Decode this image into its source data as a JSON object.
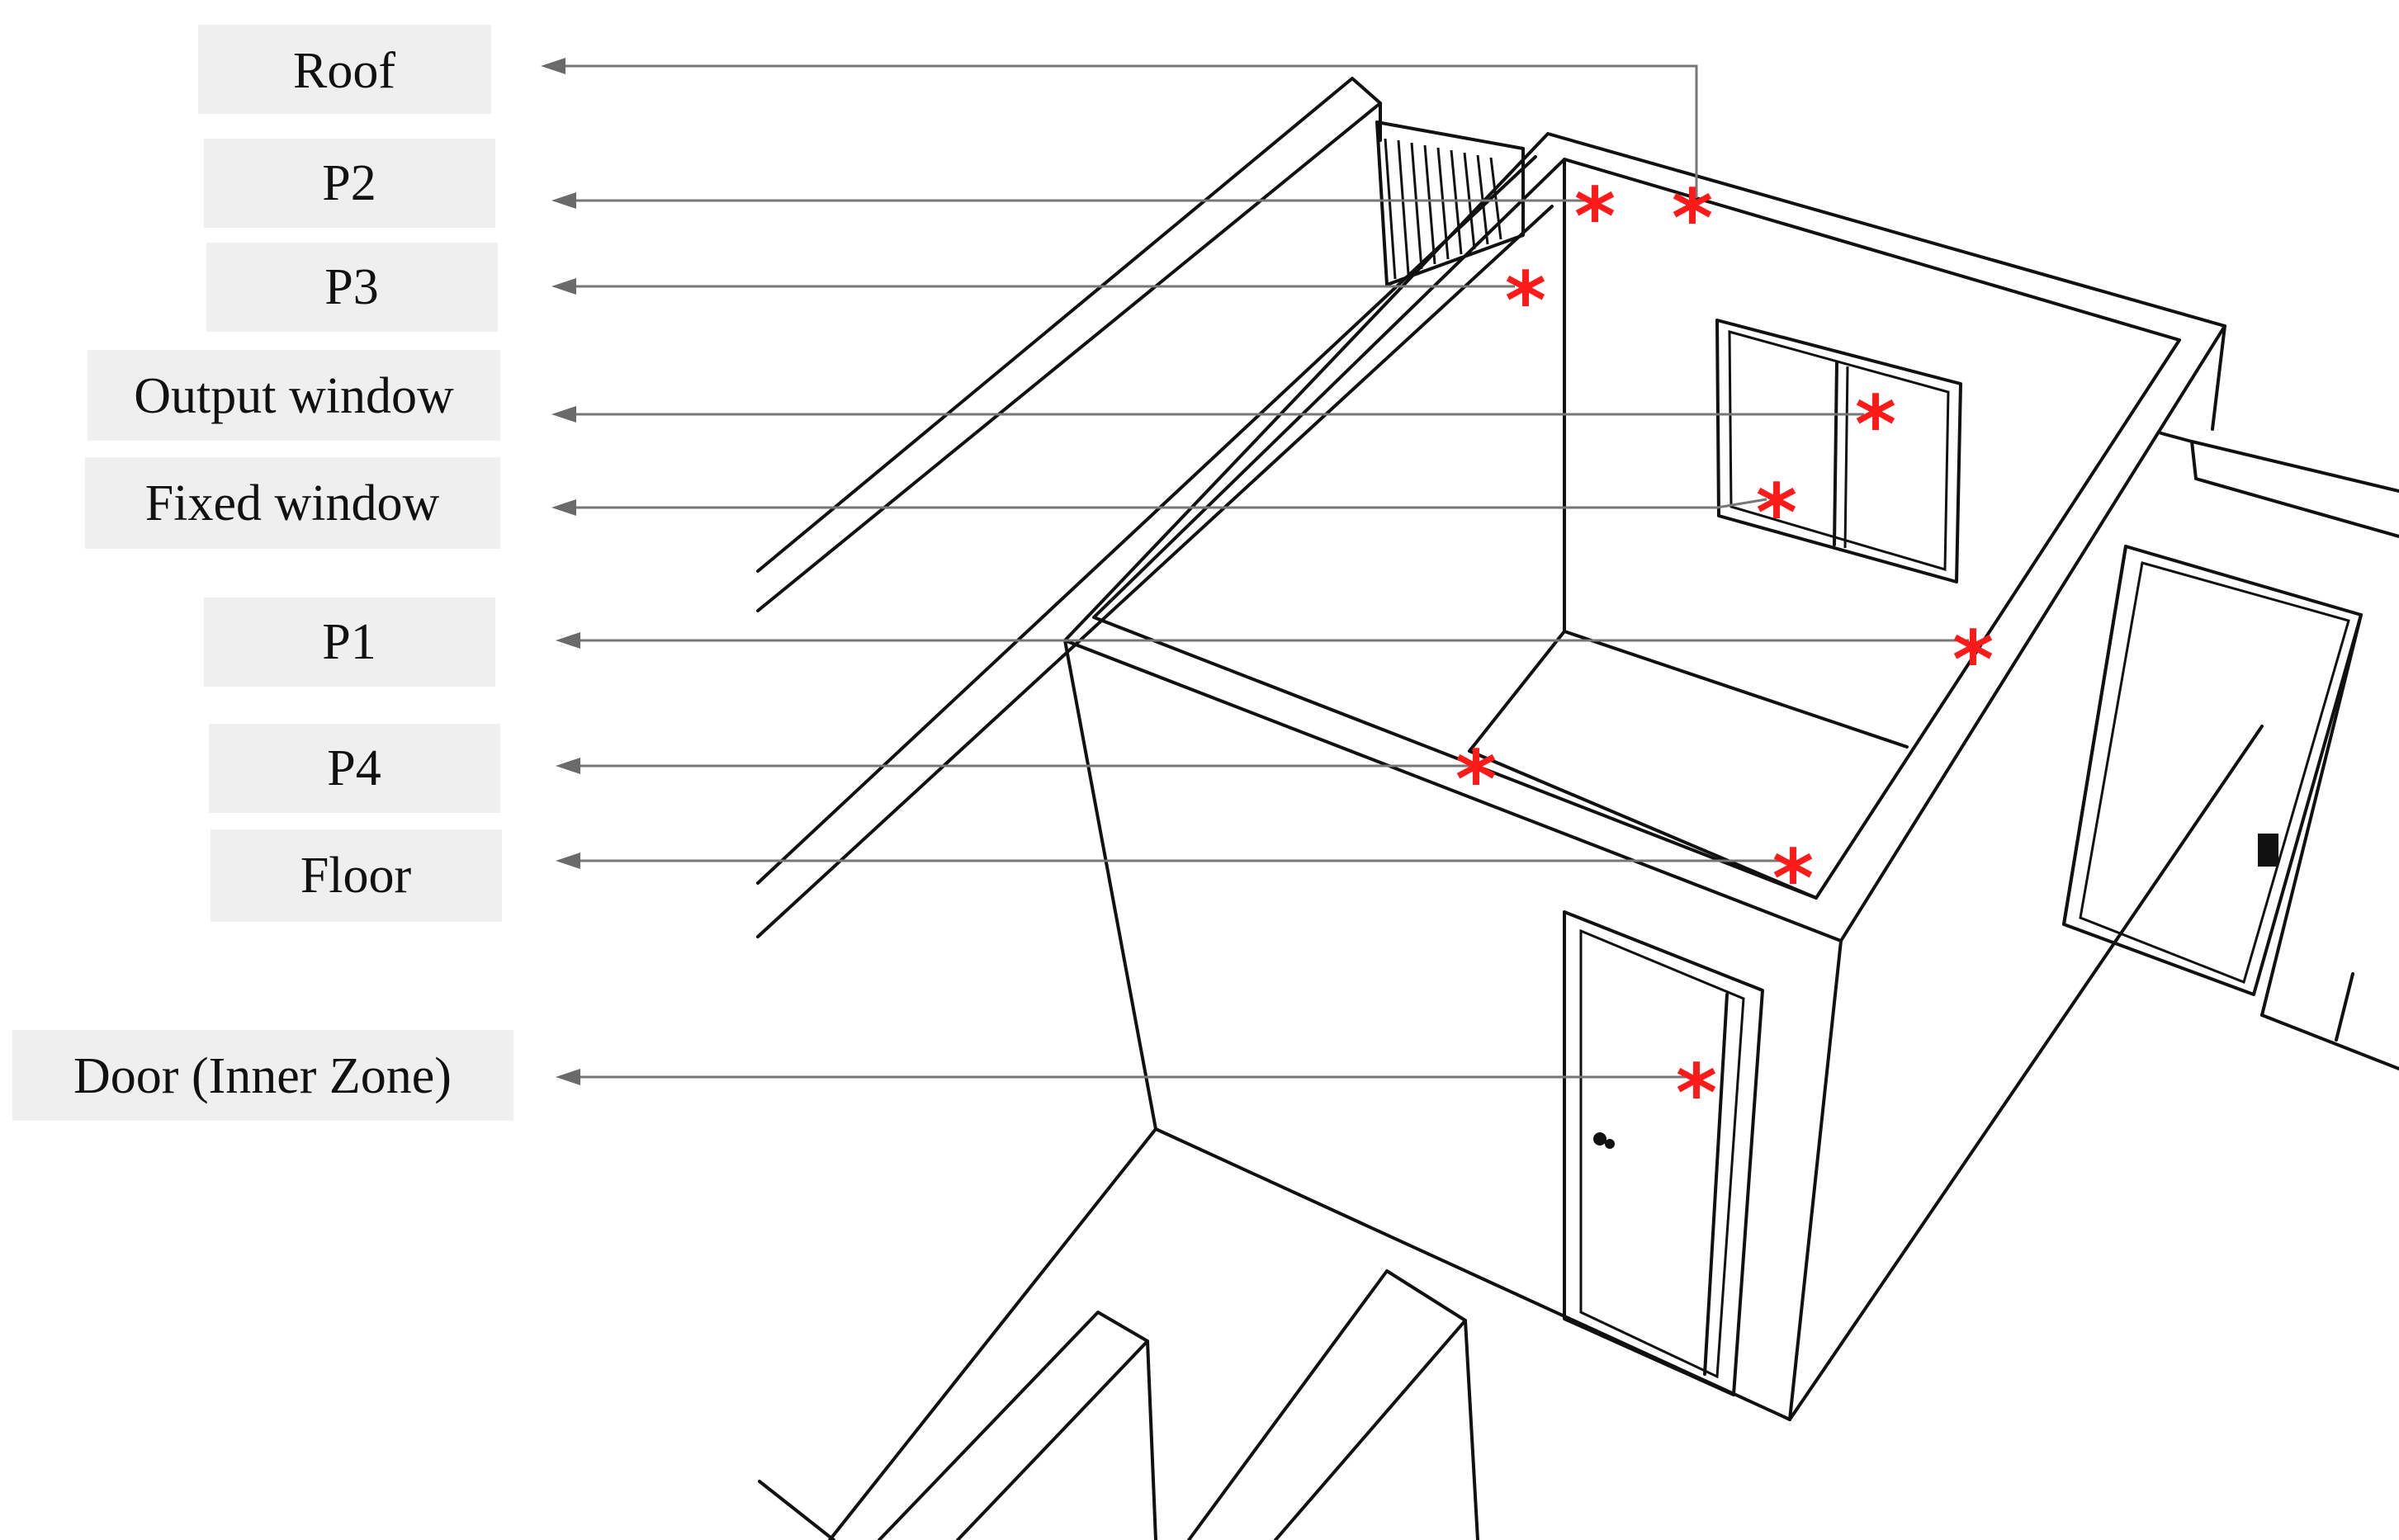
{
  "labels": [
    {
      "id": "roof",
      "text": "Roof"
    },
    {
      "id": "p2",
      "text": "P2"
    },
    {
      "id": "p3",
      "text": "P3"
    },
    {
      "id": "output_window",
      "text": "Output window"
    },
    {
      "id": "fixed_window",
      "text": "Fixed window"
    },
    {
      "id": "p1",
      "text": "P1"
    },
    {
      "id": "p4",
      "text": "P4"
    },
    {
      "id": "floor",
      "text": "Floor"
    },
    {
      "id": "door_inner_zone",
      "text": "Door (Inner Zone)"
    }
  ],
  "marker": {
    "symbol": "*",
    "color": "#ff1a1a"
  },
  "colors": {
    "label_background": "#efefef",
    "leader_line": "#777777",
    "drawing_line": "#111111"
  }
}
